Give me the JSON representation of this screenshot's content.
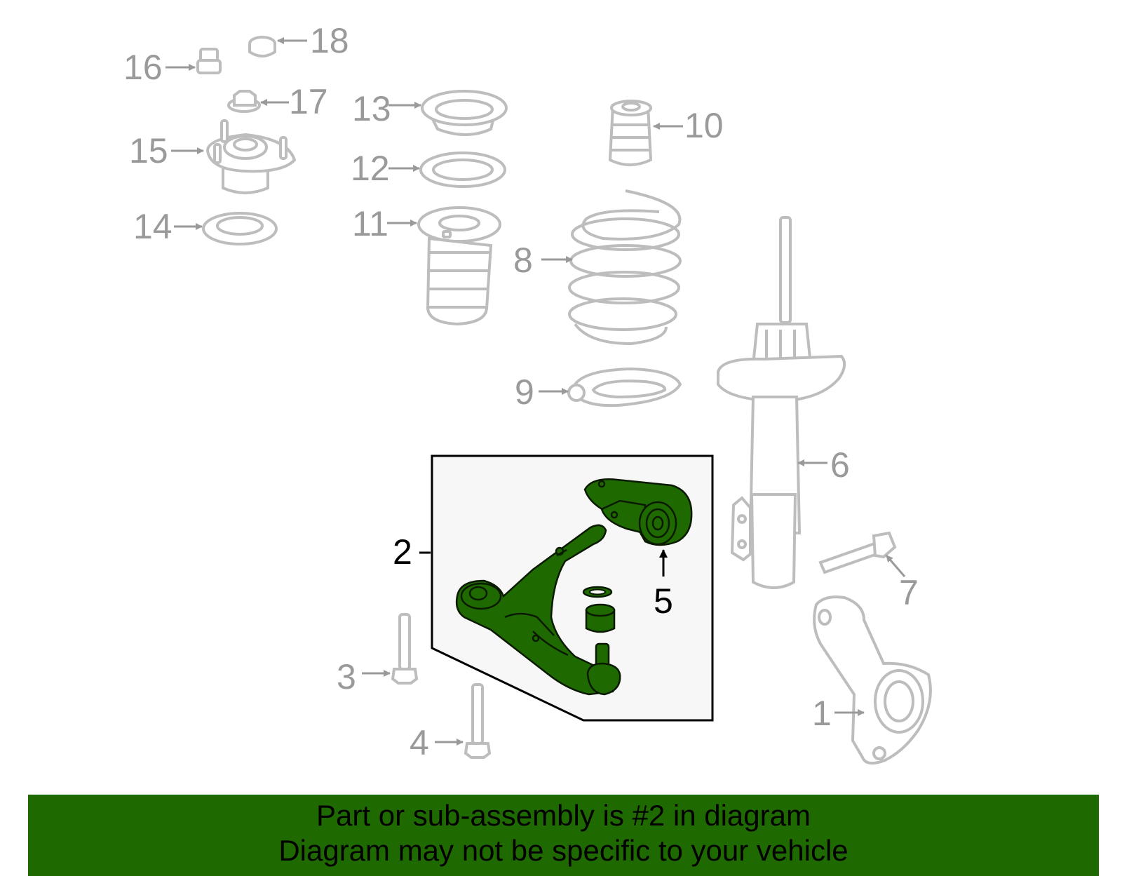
{
  "callouts": {
    "c1": "1",
    "c2": "2",
    "c3": "3",
    "c4": "4",
    "c5": "5",
    "c6": "6",
    "c7": "7",
    "c8": "8",
    "c9": "9",
    "c10": "10",
    "c11": "11",
    "c12": "12",
    "c13": "13",
    "c14": "14",
    "c15": "15",
    "c16": "16",
    "c17": "17",
    "c18": "18"
  },
  "footer": {
    "line1": "Part or sub-assembly is #2 in diagram",
    "line2": "Diagram may not be specific to your vehicle"
  },
  "colors": {
    "highlight_green": "#1f6a00",
    "part_grey": "#bdbdbd",
    "callout_grey": "#9a9a9a",
    "inset_background": "#f7f7f7"
  }
}
